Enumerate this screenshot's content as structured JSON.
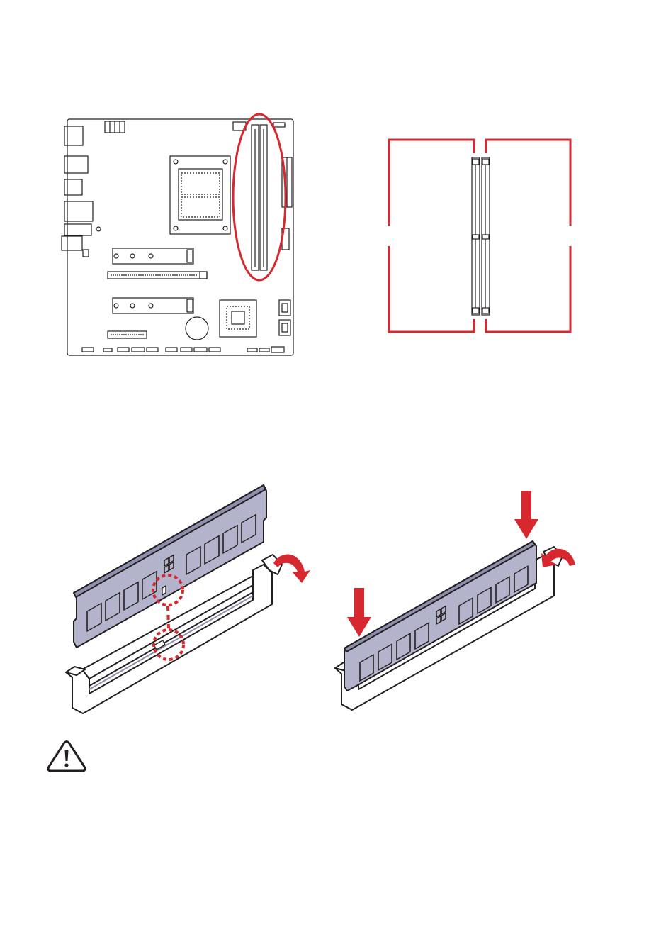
{
  "theme": {
    "accent_red": "#d7282f",
    "dimm_fill": "#b3b4cc",
    "outline": "#231f20",
    "paper": "#ffffff"
  },
  "figure_motherboard": {
    "highlight": "dimm-slots-circled",
    "slot_count": 2
  },
  "figure_dimm_slots_closeup": {
    "slot_count": 2
  },
  "figure_install_step_1": {
    "notch_alignment_marked": true,
    "release_latch_arrow": "open"
  },
  "figure_install_step_2": {
    "push_down_arrows": 2,
    "latch_arrow": "close"
  },
  "warning": {
    "icon": "warning-triangle-icon"
  }
}
